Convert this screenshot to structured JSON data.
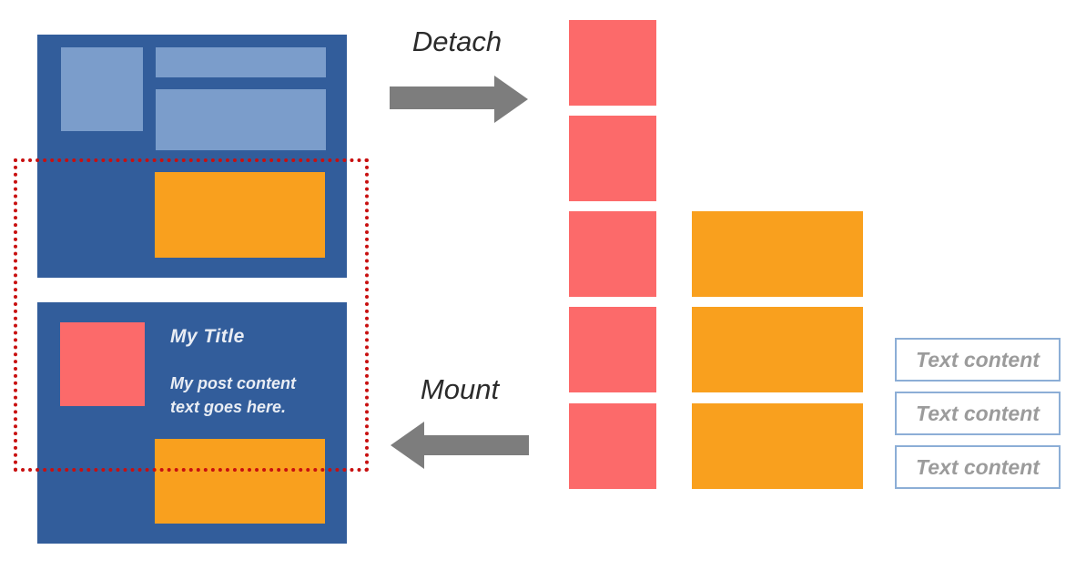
{
  "colors": {
    "blue-dark": "#325D9B",
    "blue-light": "#7B9DCB",
    "orange": "#F9A01E",
    "red": "#FC6A6A",
    "dotted-red": "#C81010",
    "arrow-gray": "#7D7D7D",
    "label-dark": "#2B2B2B",
    "card-text": "#E9EDF4",
    "textbox-border": "#8CAED6",
    "textbox-text": "#9B9B9B"
  },
  "labels": {
    "detach": "Detach",
    "mount": "Mount"
  },
  "mounted_page": {
    "title": "My Title",
    "body": "My post content text goes here."
  },
  "detached": {
    "red_node_count": 5,
    "orange_node_count": 3,
    "text_boxes": [
      "Text content",
      "Text content",
      "Text content"
    ]
  }
}
